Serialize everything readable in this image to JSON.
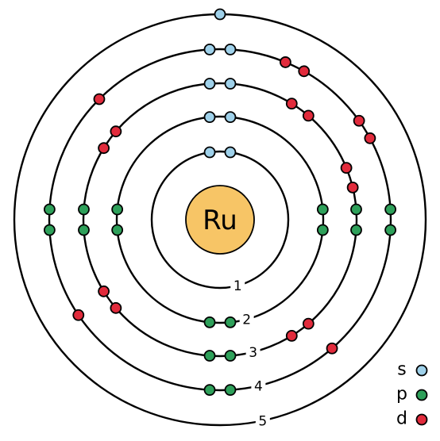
{
  "element": {
    "symbol": "Ru"
  },
  "colors": {
    "nucleus_fill": "#F7C566",
    "s": "#9FD1EA",
    "p": "#2EA05A",
    "d": "#E12B3C",
    "line": "#000000"
  },
  "shells": [
    {
      "label": "1",
      "s": 2,
      "p": 0,
      "d": 0
    },
    {
      "label": "2",
      "s": 2,
      "p": 6,
      "d": 0
    },
    {
      "label": "3",
      "s": 2,
      "p": 6,
      "d": 10
    },
    {
      "label": "4",
      "s": 2,
      "p": 6,
      "d": 7
    },
    {
      "label": "5",
      "s": 1,
      "p": 0,
      "d": 0
    }
  ],
  "legend": [
    {
      "label": "s",
      "color_key": "s"
    },
    {
      "label": "p",
      "color_key": "p"
    },
    {
      "label": "d",
      "color_key": "d"
    }
  ]
}
